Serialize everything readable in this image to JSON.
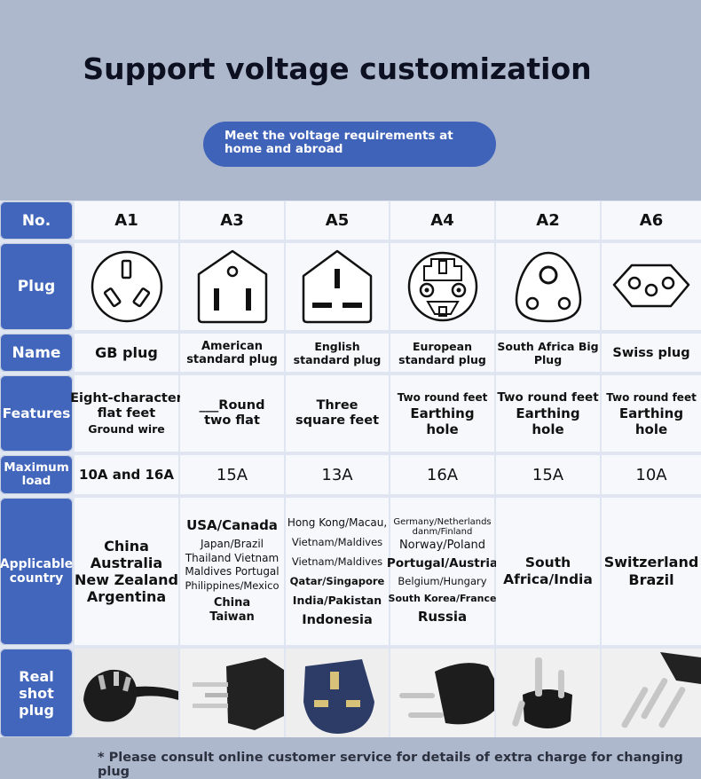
{
  "title": "Support voltage customization",
  "subtitle": "Meet the voltage requirements at home and abroad",
  "row_labels": {
    "no": "No.",
    "plug": "Plug",
    "name": "Name",
    "features": "Features",
    "max_load": "Maximum load",
    "countries": "Applicable country",
    "real_shot": "Real shot plug"
  },
  "columns": [
    {
      "no": "A1",
      "name": [
        "GB plug"
      ],
      "features": [
        "Eight-character",
        "flat feet",
        "Ground wire"
      ],
      "load": "10A and 16A",
      "countries": [
        "China",
        "Australia",
        "New Zealand",
        "Argentina"
      ]
    },
    {
      "no": "A3",
      "name": [
        "American",
        "standard plug"
      ],
      "features": [
        "___Round",
        "two flat"
      ],
      "load": "15A",
      "countries": [
        "USA/Canada",
        "Japan/Brazil",
        "Thailand Vietnam",
        "Maldives Portugal",
        "Philippines/Mexico",
        "China",
        "Taiwan"
      ]
    },
    {
      "no": "A5",
      "name": [
        "English",
        "standard plug"
      ],
      "features": [
        "Three",
        "square feet"
      ],
      "load": "13A",
      "countries": [
        "Hong Kong/Macau,",
        "Vietnam/Maldives",
        "Vietnam/Maldives",
        "Qatar/Singapore",
        "India/Pakistan",
        "Indonesia"
      ]
    },
    {
      "no": "A4",
      "name": [
        "European",
        "standard plug"
      ],
      "features": [
        "Two round feet",
        "Earthing",
        "hole"
      ],
      "load": "16A",
      "countries": [
        "Germany/Netherlands",
        "danm/Finland",
        "Norway/Poland",
        "Portugal/Austria",
        "Belgium/Hungary",
        "South Korea/France",
        "Russia"
      ]
    },
    {
      "no": "A2",
      "name": [
        "South Africa Big",
        "Plug"
      ],
      "features": [
        "Two round feet",
        "Earthing",
        "hole"
      ],
      "load": "15A",
      "countries": [
        "South",
        "Africa/India"
      ]
    },
    {
      "no": "A6",
      "name": [
        "Swiss plug"
      ],
      "features": [
        "Two round feet",
        "Earthing",
        "hole"
      ],
      "load": "10A",
      "countries": [
        "Switzerland",
        "Brazil"
      ]
    }
  ],
  "note": "* Please consult online customer service for details of extra charge for changing plug",
  "colors": {
    "accent": "#4266bb",
    "pill": "#3f63b8",
    "background": "#aeb8cc"
  }
}
